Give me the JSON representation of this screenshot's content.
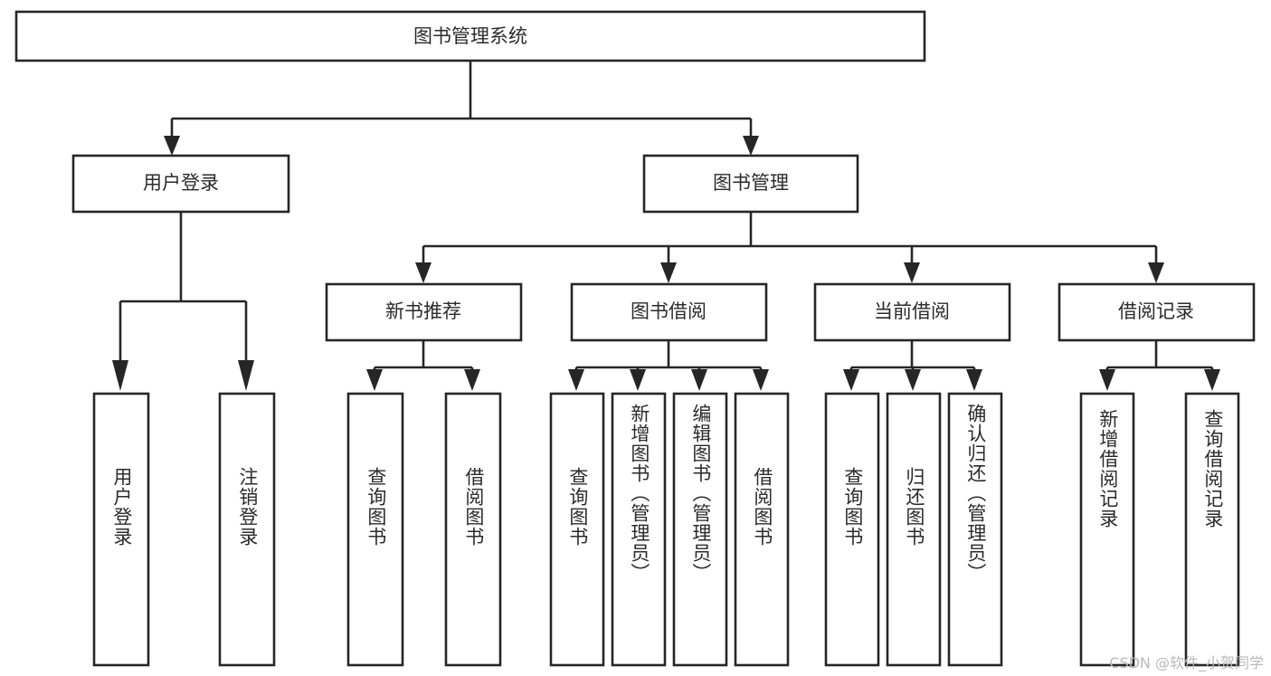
{
  "diagram": {
    "type": "tree",
    "title": "图书管理系统",
    "orientation": "top-down",
    "colors": {
      "stroke": "#262626",
      "box_fill": "#ffffff",
      "text": "#2b2b2b",
      "background": "#ffffff",
      "watermark": "#b9b9b9"
    },
    "root": {
      "label": "图书管理系统"
    },
    "level1": [
      {
        "label": "用户登录"
      },
      {
        "label": "图书管理"
      }
    ],
    "level2": [
      {
        "label": "新书推荐"
      },
      {
        "label": "图书借阅"
      },
      {
        "label": "当前借阅"
      },
      {
        "label": "借阅记录"
      }
    ],
    "leaves": {
      "user_login": [
        {
          "label": "用户登录"
        },
        {
          "label": "注销登录"
        }
      ],
      "new_book_recommend": [
        {
          "label": "查询图书"
        },
        {
          "label": "借阅图书"
        }
      ],
      "book_borrow": [
        {
          "label": "查询图书"
        },
        {
          "label": "新增图书（管理员）"
        },
        {
          "label": "编辑图书（管理员）"
        },
        {
          "label": "借阅图书"
        }
      ],
      "current_borrow": [
        {
          "label": "查询图书"
        },
        {
          "label": "归还图书"
        },
        {
          "label": "确认归还（管理员）"
        }
      ],
      "borrow_records": [
        {
          "label": "新增借阅记录"
        },
        {
          "label": "查询借阅记录"
        }
      ]
    }
  },
  "watermark": {
    "text": "CSDN @软件_小贺同学"
  }
}
